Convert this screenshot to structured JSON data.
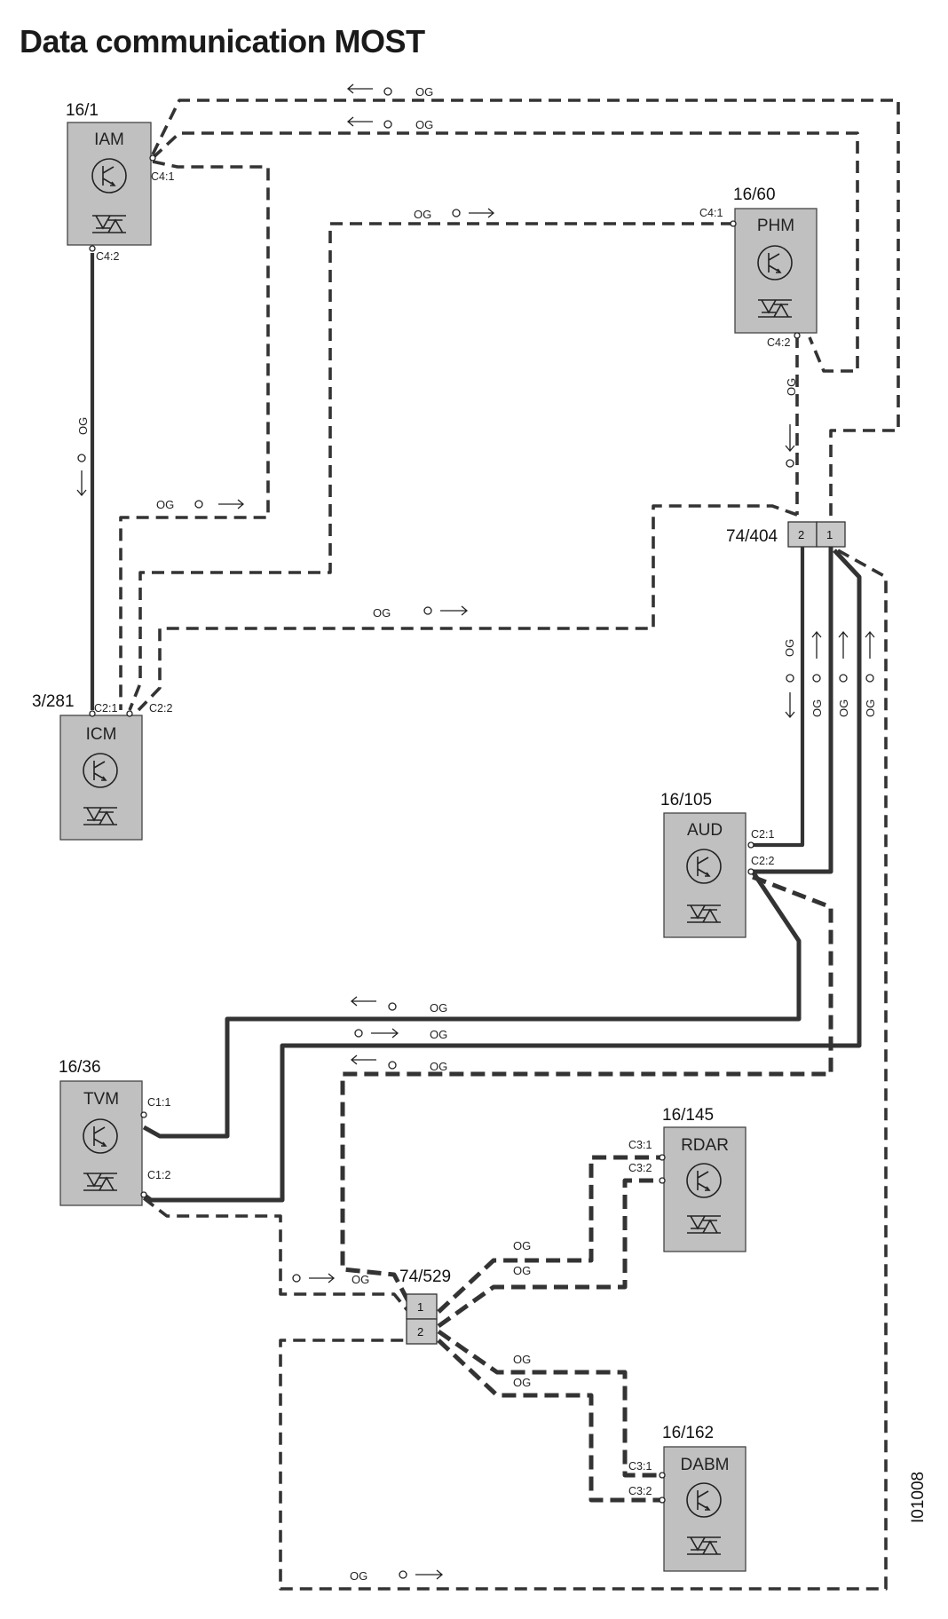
{
  "title": "Data communication MOST",
  "wire_color": "OG",
  "figure_id": "I01008",
  "modules": {
    "iam": {
      "id": "16/1",
      "name": "IAM",
      "pins": [
        "C4:1",
        "C4:2"
      ]
    },
    "phm": {
      "id": "16/60",
      "name": "PHM",
      "pins": [
        "C4:1",
        "C4:2"
      ]
    },
    "icm": {
      "id": "3/281",
      "name": "ICM",
      "pins": [
        "C2:1",
        "C2:2"
      ]
    },
    "aud": {
      "id": "16/105",
      "name": "AUD",
      "pins": [
        "C2:1",
        "C2:2"
      ]
    },
    "tvm": {
      "id": "16/36",
      "name": "TVM",
      "pins": [
        "C1:1",
        "C1:2"
      ]
    },
    "rdar": {
      "id": "16/145",
      "name": "RDAR",
      "pins": [
        "C3:1",
        "C3:2"
      ]
    },
    "dabm": {
      "id": "16/162",
      "name": "DABM",
      "pins": [
        "C3:1",
        "C3:2"
      ]
    }
  },
  "connectors": {
    "c404": {
      "id": "74/404",
      "pins": [
        "2",
        "1"
      ]
    },
    "c529": {
      "id": "74/529",
      "pins": [
        "1",
        "2"
      ]
    }
  },
  "colors": {
    "wire": "#333333",
    "module_fill": "#c0c0c0"
  }
}
